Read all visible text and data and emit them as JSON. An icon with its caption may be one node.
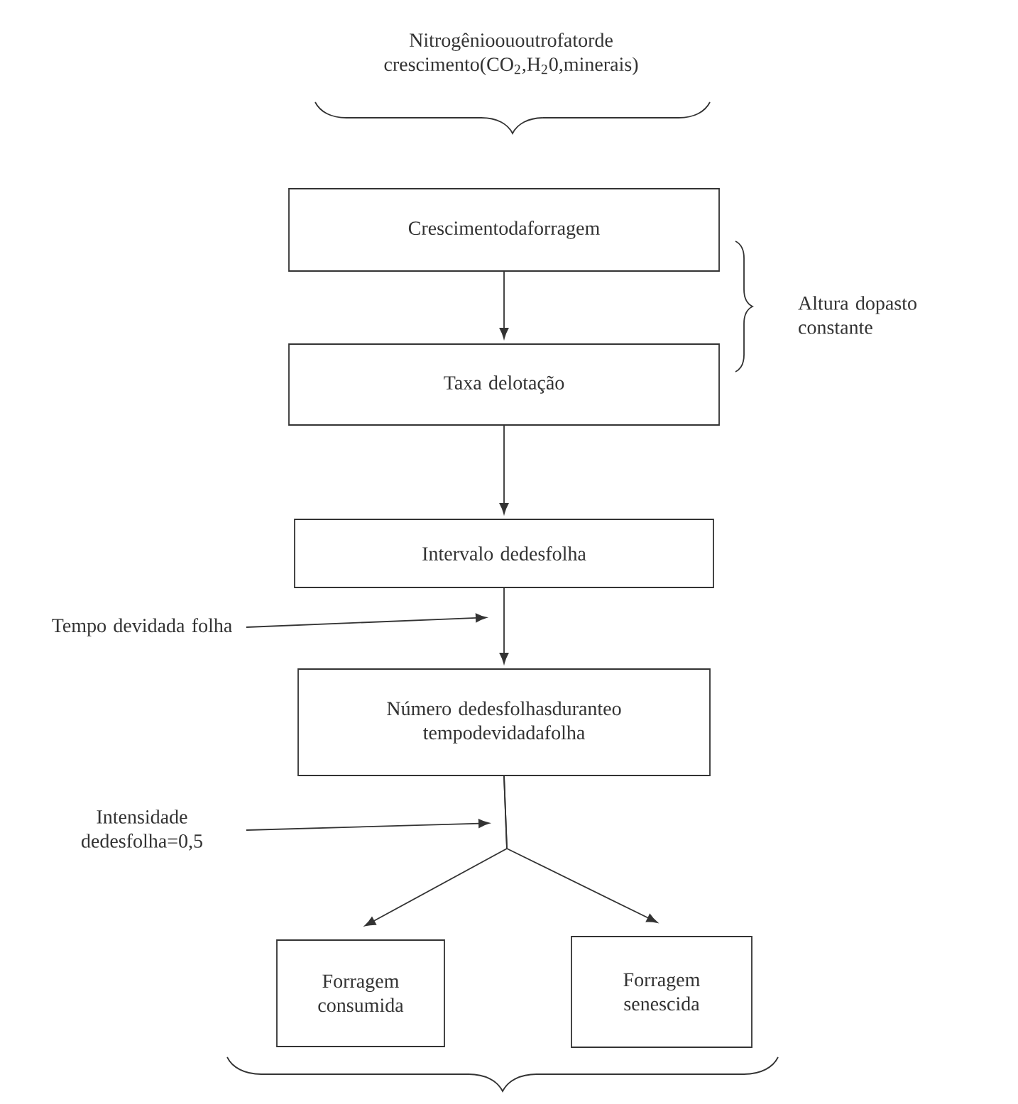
{
  "diagram": {
    "nodes": [
      {
        "text": [
          "Crescimentodaforragem"
        ]
      },
      {
        "text": [
          "Taxa delotação"
        ]
      },
      {
        "text": [
          "Intervalo dedesfolha"
        ]
      },
      {
        "text": [
          "Número dedesfolhasduranteo tempodevidadafolha"
        ]
      },
      {
        "text": [
          "Forragem consumida"
        ]
      },
      {
        "text": [
          "Forragem senescida"
        ]
      },
      {
        "text": [
          "Tempo devidada folha"
        ]
      },
      {
        "text": [
          "Intensidade dedesfolha=0,5"
        ]
      }
    ],
    "edges": [
      {
        "from": 0,
        "to": 1,
        "arrow": "to"
      },
      {
        "from": 1,
        "to": 2,
        "arrow": "to"
      },
      {
        "from": 2,
        "to": 3,
        "arrow": "to"
      },
      {
        "from": 6,
        "to": null,
        "arrow": "to"
      },
      {
        "from": 3,
        "to": 4,
        "arrow": "to"
      },
      {
        "from": 3,
        "to": 5,
        "arrow": "to"
      },
      {
        "from": 7,
        "to": null,
        "arrow": "to"
      }
    ],
    "labels": [
      "Nitrogênioououtrofatorde crescimento(CO$_{2}$,H$_{2}$0,minerais)",
      "Altura dopasto constante"
    ]
  }
}
